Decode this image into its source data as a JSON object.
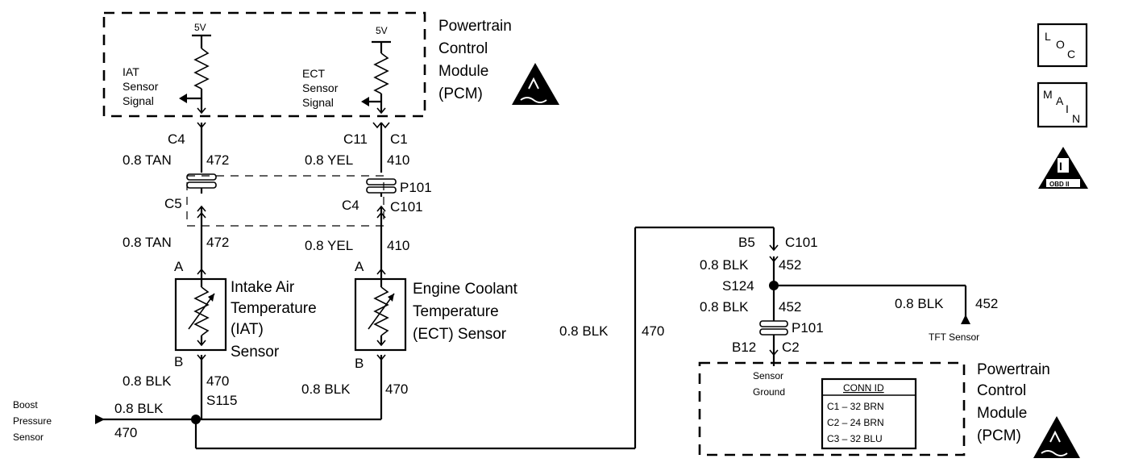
{
  "pcm_top": {
    "title_lines": [
      "Powertrain",
      "Control",
      "Module",
      "(PCM)"
    ],
    "v5_left": "5V",
    "v5_right": "5V",
    "iat_signal_lines": [
      "IAT",
      "Sensor",
      "Signal"
    ],
    "ect_signal_lines": [
      "ECT",
      "Sensor",
      "Signal"
    ]
  },
  "side_icons": {
    "loc": [
      "L",
      "O",
      "C"
    ],
    "main": [
      "M",
      "A",
      "I",
      "N"
    ],
    "obd": [
      "I",
      "OBD II"
    ]
  },
  "iat_circuit": {
    "pcm_pin": "C4",
    "wire_top_size": "0.8 TAN",
    "wire_top_circuit": "472",
    "conn_pin": "C5",
    "wire_bottom_size": "0.8 TAN",
    "wire_bottom_circuit": "472",
    "sensor_pin_a": "A",
    "sensor_lines": [
      "Intake Air",
      "Temperature",
      "(IAT)",
      "Sensor"
    ],
    "sensor_pin_b": "B",
    "ground_size": "0.8 BLK",
    "ground_circuit": "470",
    "splice": "S115"
  },
  "ect_circuit": {
    "pcm_pin_c11": "C11",
    "pcm_pin_c1": "C1",
    "wire_top_size": "0.8 YEL",
    "wire_top_circuit": "410",
    "connector": "P101",
    "conn_pin": "C4",
    "conn_id": "C101",
    "wire_bottom_size": "0.8 YEL",
    "wire_bottom_circuit": "410",
    "sensor_pin_a": "A",
    "sensor_lines": [
      "Engine Coolant",
      "Temperature",
      "(ECT) Sensor"
    ],
    "sensor_pin_b": "B",
    "ground_size": "0.8 BLK",
    "ground_circuit": "470"
  },
  "boost": {
    "label_lines": [
      "Boost",
      "Pressure",
      "Sensor"
    ],
    "wire_size": "0.8 BLK",
    "wire_circuit": "470"
  },
  "ground_run": {
    "wire_size": "0.8 BLK",
    "wire_circuit": "470"
  },
  "right_circuit": {
    "pin_b5": "B5",
    "conn_c101": "C101",
    "wire1_size": "0.8 BLK",
    "wire1_circuit": "452",
    "splice": "S124",
    "wire2_size": "0.8 BLK",
    "wire2_circuit": "452",
    "connector": "P101",
    "pin_b12": "B12",
    "pin_c2": "C2",
    "tft_wire_size": "0.8 BLK",
    "tft_wire_circuit": "452",
    "tft_label": "TFT Sensor"
  },
  "pcm_bottom": {
    "title_lines": [
      "Powertrain",
      "Control",
      "Module",
      "(PCM)"
    ],
    "sensor_ground_lines": [
      "Sensor",
      "Ground"
    ],
    "conn_id_title": "CONN ID",
    "conn_id_rows": [
      "C1 – 32 BRN",
      "C2 – 24 BRN",
      "C3 – 32 BLU"
    ]
  }
}
